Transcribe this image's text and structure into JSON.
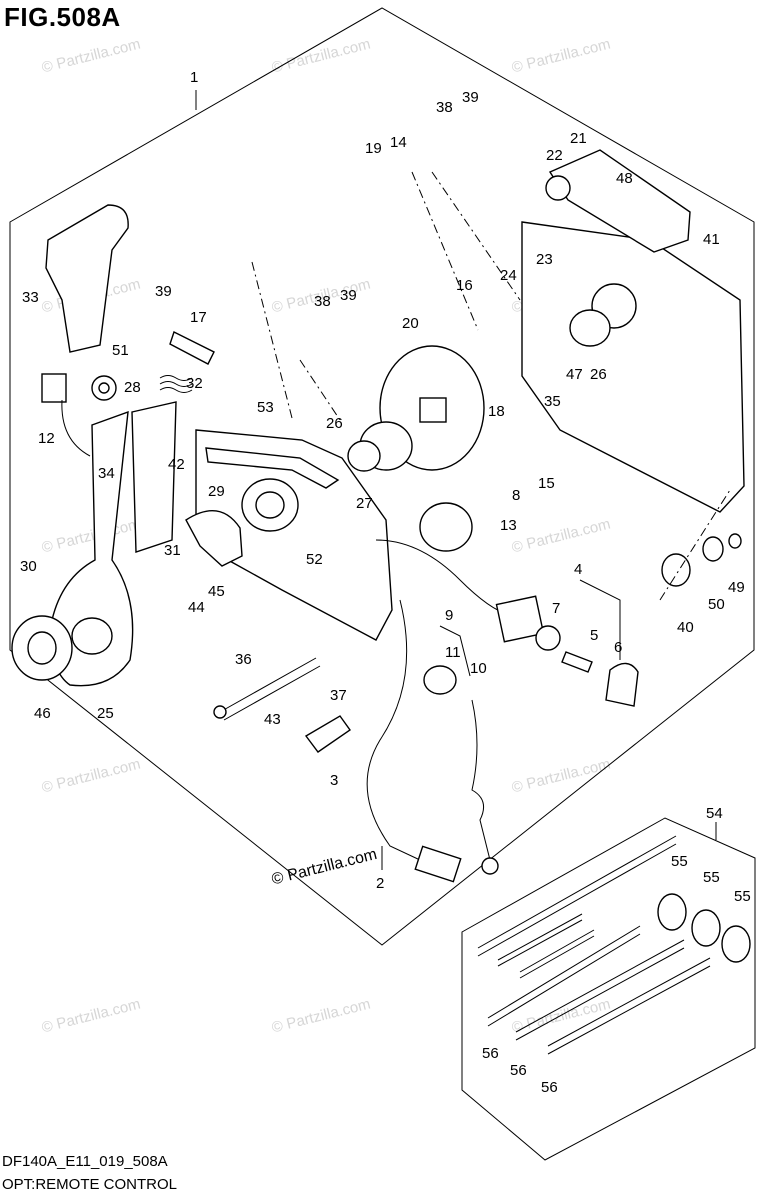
{
  "figure": {
    "title": "FIG.508A",
    "code": "DF140A_E11_019_508A",
    "name": "OPT:REMOTE CONTROL",
    "copyright": "© Partzilla.com",
    "watermark": "© Partzilla.com"
  },
  "callouts": [
    "1",
    "2",
    "3",
    "4",
    "5",
    "6",
    "7",
    "8",
    "9",
    "10",
    "11",
    "12",
    "13",
    "14",
    "15",
    "16",
    "17",
    "18",
    "19",
    "20",
    "21",
    "22",
    "23",
    "24",
    "25",
    "26",
    "26",
    "27",
    "28",
    "29",
    "30",
    "31",
    "32",
    "33",
    "34",
    "35",
    "36",
    "37",
    "38",
    "38",
    "39",
    "39",
    "39",
    "40",
    "41",
    "42",
    "43",
    "44",
    "45",
    "46",
    "47",
    "48",
    "49",
    "50",
    "51",
    "52",
    "53",
    "54",
    "55",
    "55",
    "55",
    "56",
    "56",
    "56"
  ]
}
